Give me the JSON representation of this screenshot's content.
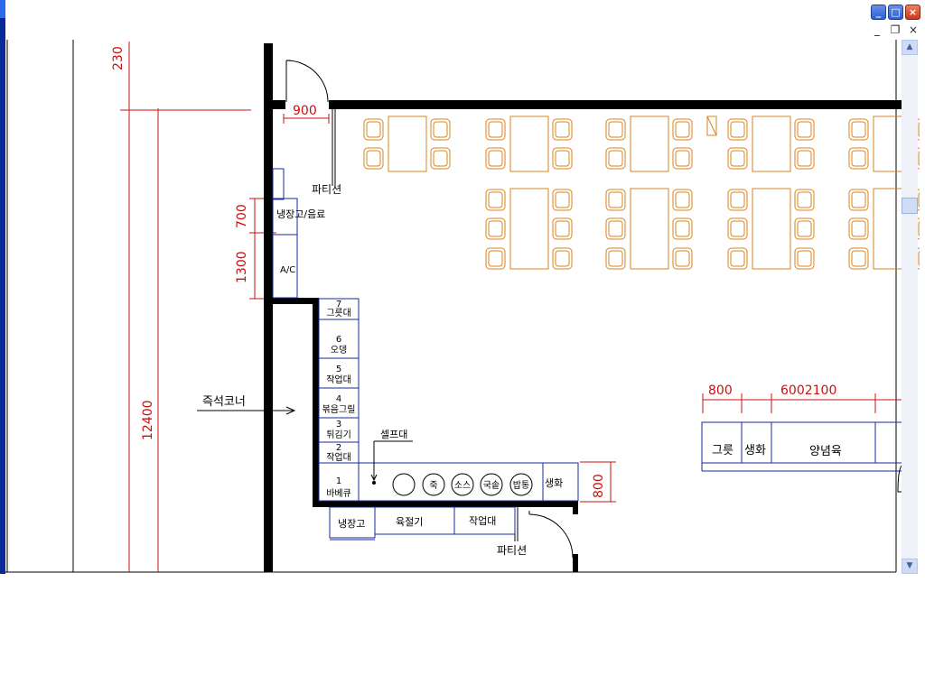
{
  "window": {
    "title_buttons": [
      "_",
      "□",
      "×"
    ],
    "doc_buttons": [
      "_",
      "❐",
      "×"
    ]
  },
  "colors": {
    "wall": "#000000",
    "dimension": "#cc1010",
    "furniture": "#d98321",
    "fixture": "#1a2aa0",
    "text": "#000000"
  },
  "dimensions": {
    "top_gap": "230",
    "total_depth": "12400",
    "door_width": "900",
    "fridge_height": "700",
    "ac_height": "1300",
    "counter_depth": "800",
    "shelf_a": "800",
    "shelf_b": "6002100"
  },
  "labels": {
    "partition_top": "파티션",
    "partition_bottom": "파티션",
    "fridge_drinks": "냉장고/음료",
    "ac": "A/C",
    "instant_corner": "즉석코너",
    "self_bar": "셀프대",
    "bowl_station": "그릇",
    "fresh_station": "생화",
    "marinated_meat": "양념육"
  },
  "counter": [
    {
      "no": "7",
      "name": "그릇대"
    },
    {
      "no": "6",
      "name": "오뎅"
    },
    {
      "no": "5",
      "name": "작업대"
    },
    {
      "no": "4",
      "name": "볶음그릴"
    },
    {
      "no": "3",
      "name": "튀김기"
    },
    {
      "no": "2",
      "name": "작업대"
    },
    {
      "no": "1",
      "name": "바베큐"
    }
  ],
  "self_bar_items": [
    "",
    "죽",
    "소스",
    "국솥",
    "밥통"
  ],
  "self_bar_end": "생화",
  "bottom_fixtures": [
    "냉장고",
    "육절기",
    "작업대"
  ]
}
